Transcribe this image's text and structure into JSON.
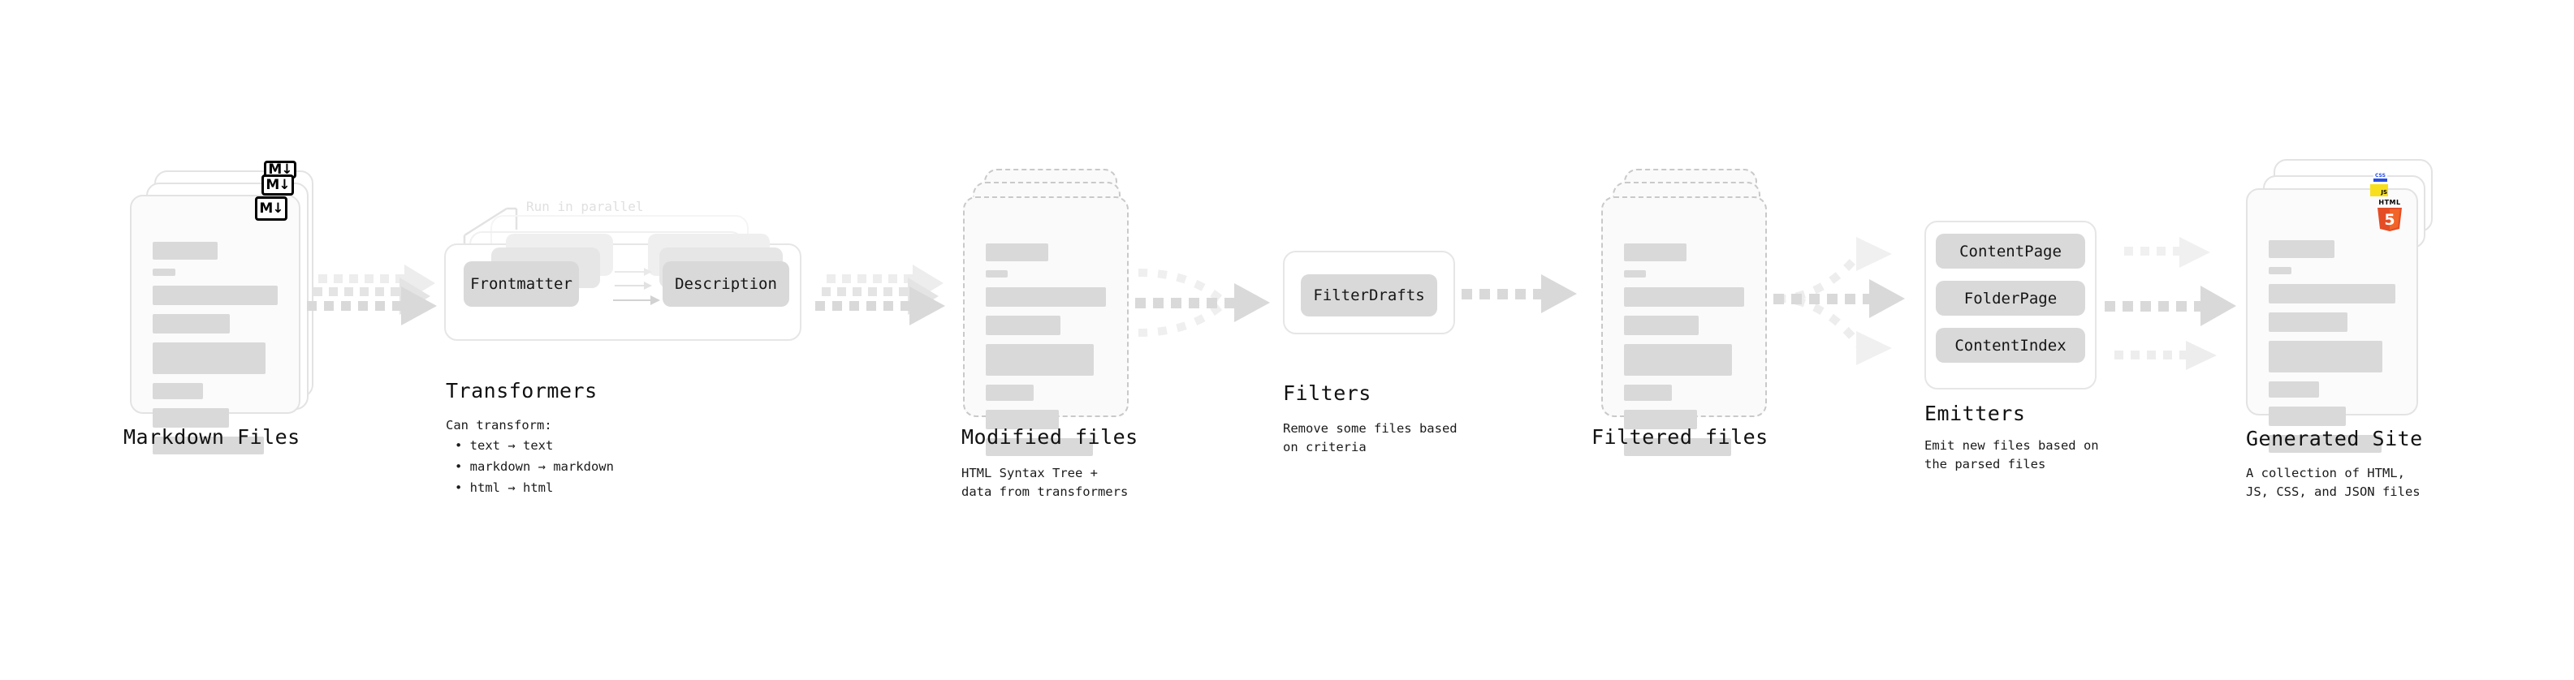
{
  "diagram": {
    "title": "Quartz content processing pipeline",
    "colors": {
      "skeleton": "#d9d9d9",
      "card_bg": "#fbfbfb",
      "card_border": "#e3e3e3",
      "dashed_border": "#c9c9c9",
      "arrow": "#d9d9d9",
      "arrow_faint": "#ededed",
      "chip": "#d9d9d9",
      "text": "#111111",
      "annotation": "#e0e0e0",
      "html5_orange": "#e44d26",
      "html5_orange_light": "#f16529",
      "css_blue": "#264de4",
      "js_yellow": "#f7df1e",
      "markdown_black": "#000000"
    }
  },
  "stages": [
    {
      "id": "markdown-files",
      "title": "Markdown Files",
      "description": "",
      "badge": "markdown-icon",
      "badge_text": "M",
      "stacked": true,
      "style": "solid"
    },
    {
      "id": "transformers",
      "title": "Transformers",
      "description": "Can transform:",
      "annotation": "Run in parallel",
      "bullets": [
        "• text → text",
        "• markdown → markdown",
        "• html → html"
      ],
      "chips": [
        "Frontmatter",
        "Description"
      ],
      "stacked": true,
      "style": "group"
    },
    {
      "id": "modified-files",
      "title": "Modified files",
      "description": "HTML Syntax Tree +\ndata from transformers",
      "stacked": true,
      "style": "dashed"
    },
    {
      "id": "filters",
      "title": "Filters",
      "description": "Remove some files based\non criteria",
      "chips": [
        "FilterDrafts"
      ],
      "stacked": false,
      "style": "group"
    },
    {
      "id": "filtered-files",
      "title": "Filtered files",
      "description": "",
      "stacked": true,
      "style": "dashed"
    },
    {
      "id": "emitters",
      "title": "Emitters",
      "description": "Emit new files based on\nthe parsed files",
      "chips": [
        "ContentPage",
        "FolderPage",
        "ContentIndex"
      ],
      "stacked": false,
      "style": "group"
    },
    {
      "id": "generated-site",
      "title": "Generated Site",
      "description": "A collection of HTML,\nJS, CSS, and JSON files",
      "badge": "html5-icon",
      "badge_text": "HTML",
      "badge_number": "5",
      "back_badges": [
        "css-icon",
        "js-icon"
      ],
      "back_badge_text": [
        "CSS",
        "JS"
      ],
      "stacked": true,
      "style": "solid"
    }
  ],
  "connectors": [
    {
      "id": "md-to-transformers",
      "kind": "triple-parallel"
    },
    {
      "id": "transformers-to-modified",
      "kind": "triple-parallel"
    },
    {
      "id": "modified-to-filters",
      "kind": "converge"
    },
    {
      "id": "filters-to-filtered",
      "kind": "single"
    },
    {
      "id": "filtered-to-emitters",
      "kind": "diverge"
    },
    {
      "id": "emitters-to-site",
      "kind": "triple-parallel"
    }
  ]
}
